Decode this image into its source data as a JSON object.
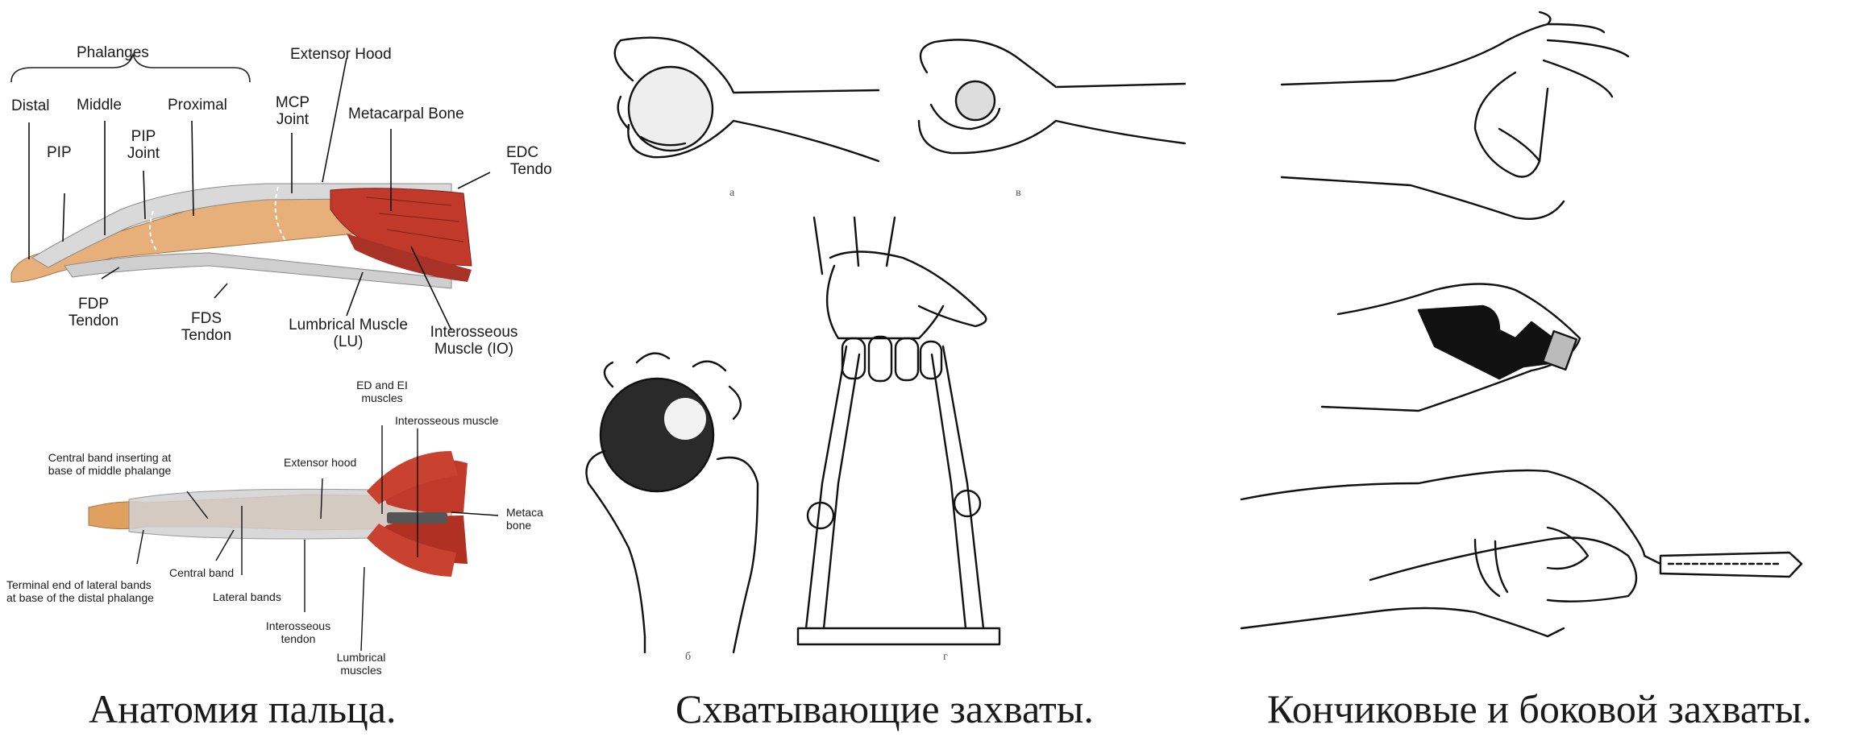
{
  "panel_anatomy": {
    "top": {
      "phalanges": "Phalanges",
      "distal": "Distal",
      "middle": "Middle",
      "proximal": "Proximal",
      "pip": "PIP",
      "pip_joint": "PIP\nJoint",
      "mcp_joint": "MCP\nJoint",
      "extensor_hood": "Extensor Hood",
      "metacarpal_bone": "Metacarpal Bone",
      "edc_tendon": "EDC\n Tendo",
      "fdp_tendon": "FDP\nTendon",
      "fds_tendon": "FDS\nTendon",
      "lumbrical_muscle": "Lumbrical Muscle\n(LU)",
      "interosseous_muscle": "Interosseous\nMuscle (IO)"
    },
    "bottom": {
      "ed_ei": "ED and EI\nmuscles",
      "interosseous_muscle": "Interosseous muscle",
      "central_band_inserting": "Central band inserting at\nbase of middle phalange",
      "extensor_hood": "Extensor hood",
      "metacarpal_bone": "Metaca\nbone",
      "central_band": "Central band",
      "terminal_end": "Terminal end of lateral bands\nat base of the distal phalange",
      "lateral_bands": "Lateral bands",
      "interosseous_tendon": "Interosseous\ntendon",
      "lumbrical_muscles": "Lumbrical\nmuscles"
    },
    "caption": "Анатомия пальца."
  },
  "panel_grasp": {
    "letters": {
      "a": "а",
      "v": "в",
      "b": "б",
      "g": "г"
    },
    "caption": "Схватывающие захваты."
  },
  "panel_pinch": {
    "caption": "Кончиковые и боковой захваты."
  },
  "colors": {
    "muscle": "#c0392b",
    "bone": "#e0a060",
    "tendon": "#c9c9c9",
    "ink": "#1a1a1a"
  }
}
